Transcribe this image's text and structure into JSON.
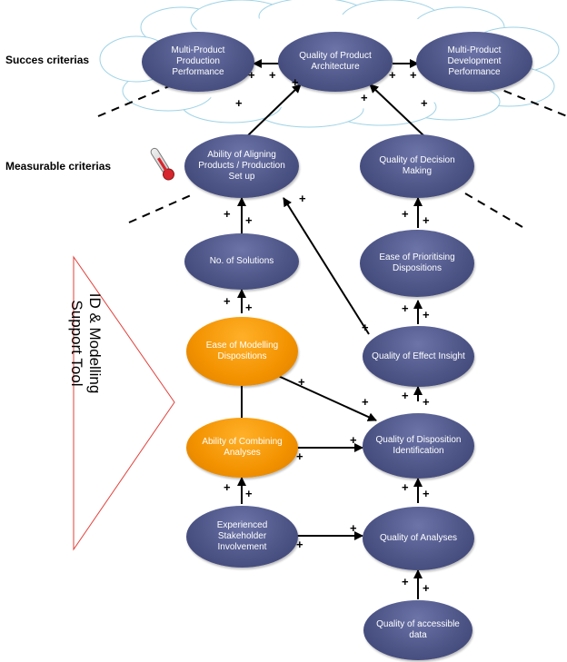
{
  "labels": {
    "success": "Succes criterias",
    "measurable": "Measurable criterias",
    "tool_line1": "ID & Modelling",
    "tool_line2": "Support Tool"
  },
  "nodes": {
    "multi_product_production": "Multi-Product Production Performance",
    "quality_architecture": "Quality of Product Architecture",
    "multi_product_development": "Multi-Product Development Performance",
    "aligning_products": "Ability of Aligning Products / Production Set up",
    "quality_decision": "Quality of Decision Making",
    "no_solutions": "No. of Solutions",
    "ease_prioritising": "Ease of Prioritising Dispositions",
    "ease_modelling": "Ease of Modelling Dispositions",
    "quality_effect": "Quality of Effect Insight",
    "ability_combining": "Ability of Combining Analyses",
    "quality_disposition": "Quality of Disposition Identification",
    "experienced_stakeholder": "Experienced Stakeholder Involvement",
    "quality_analyses": "Quality of Analyses",
    "quality_data": "Quality of accessible data"
  },
  "link_sign": "+",
  "colors": {
    "node_blue": "#4e5688",
    "node_orange": "#f39200",
    "cloud_outline": "#9fd3e6",
    "triangle_outline": "#e3403a"
  },
  "icons": [
    "thermometer-icon"
  ]
}
